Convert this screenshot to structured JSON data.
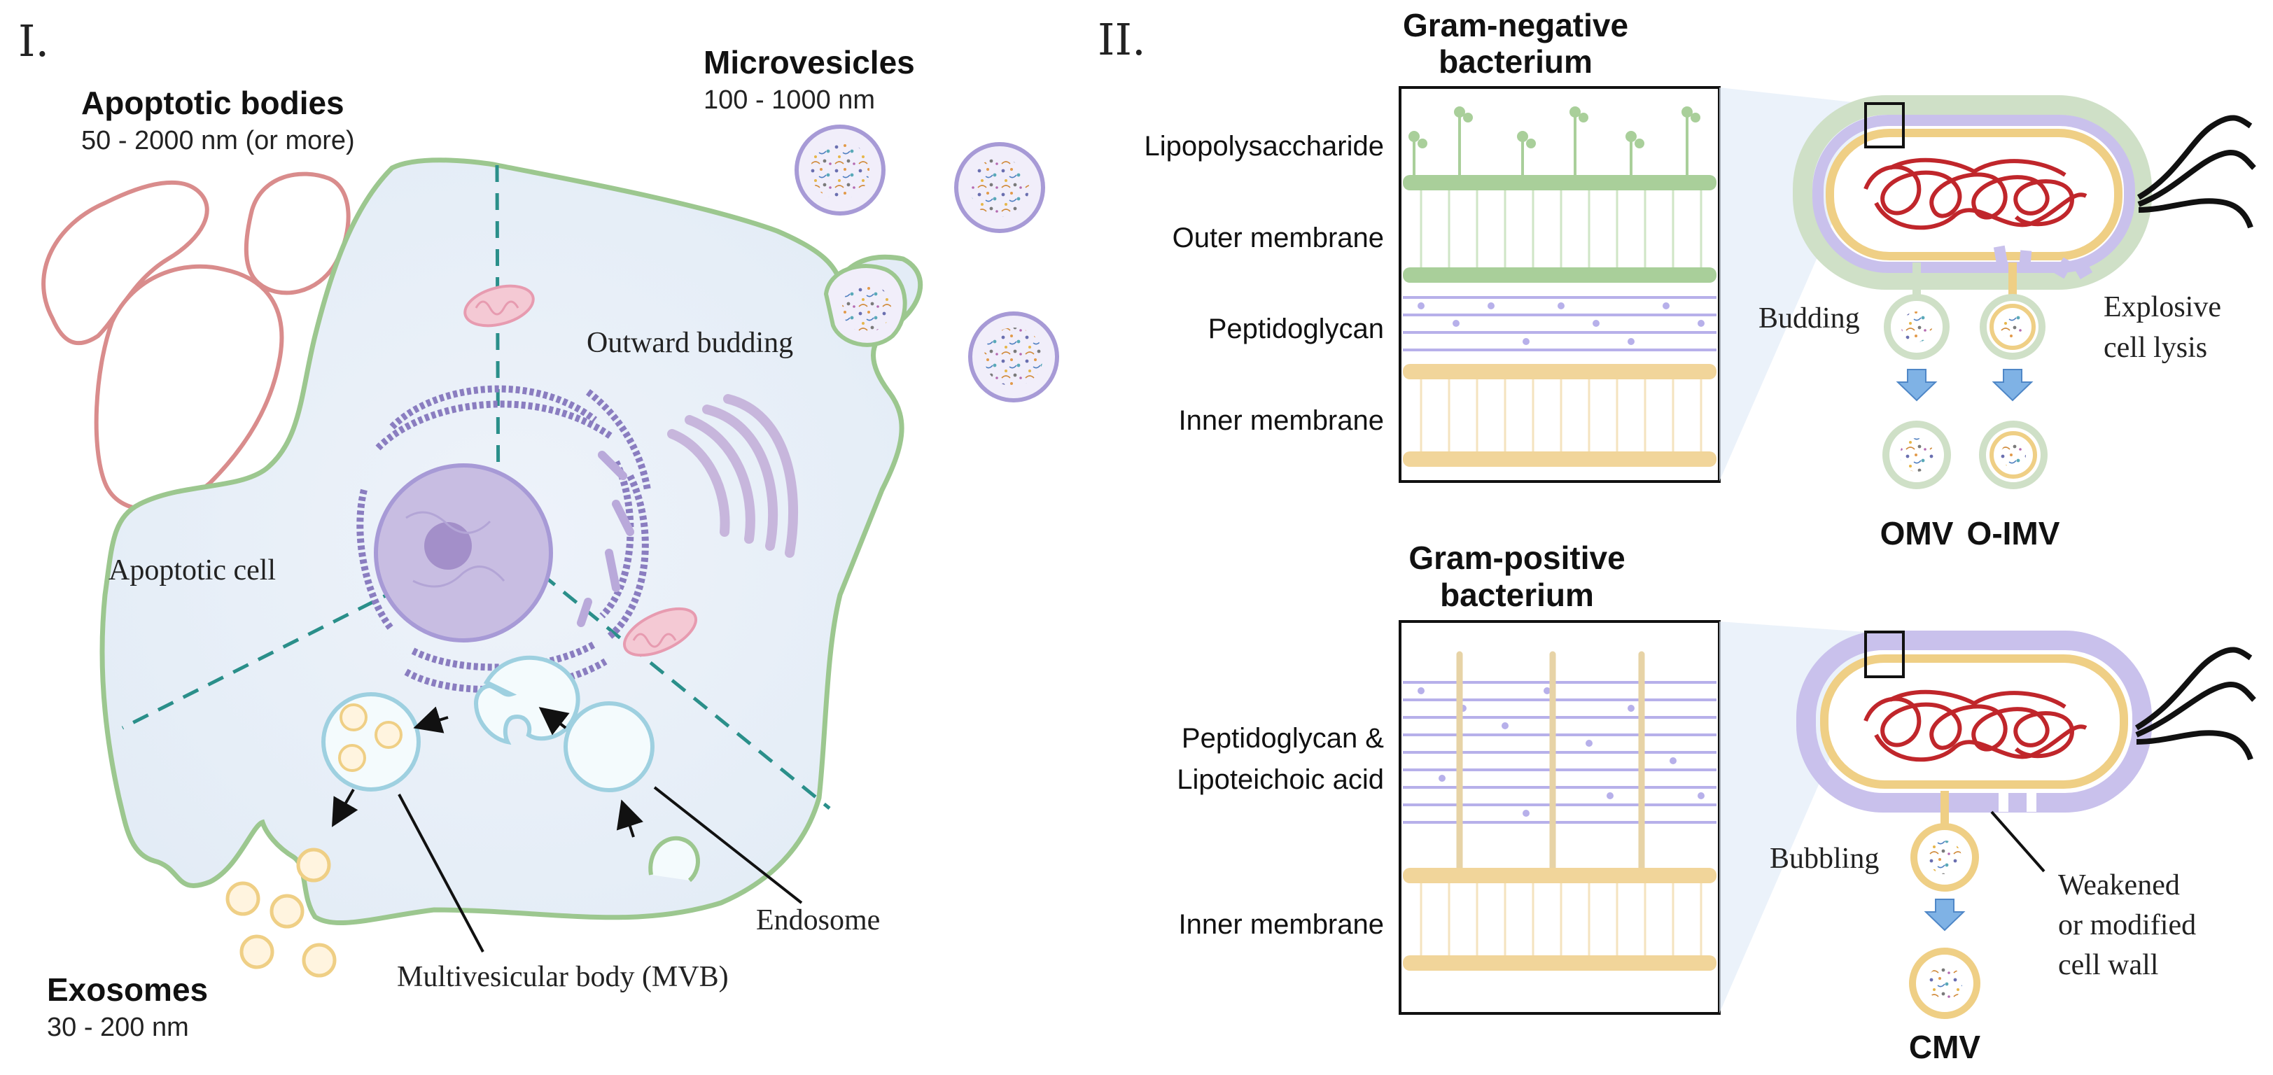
{
  "panel1": {
    "numeral": "I.",
    "apoptotic_bodies": {
      "title": "Apoptotic bodies",
      "size": "50 - 2000 nm (or more)"
    },
    "microvesicles": {
      "title": "Microvesicles",
      "size": "100 - 1000 nm"
    },
    "exosomes": {
      "title": "Exosomes",
      "size": "30 - 200 nm"
    },
    "labels": {
      "outward_budding": "Outward budding",
      "apoptotic_cell": "Apoptotic cell",
      "endosome": "Endosome",
      "mvb": "Multivesicular body (MVB)"
    }
  },
  "panel2": {
    "numeral": "II.",
    "gram_negative": {
      "title_line1": "Gram-negative",
      "title_line2": "bacterium",
      "layers": [
        "Lipopolysaccharide",
        "Outer membrane",
        "Peptidoglycan",
        "Inner membrane"
      ],
      "budding": "Budding",
      "lysis_line1": "Explosive",
      "lysis_line2": "cell lysis",
      "omv": "OMV",
      "oimv": "O-IMV"
    },
    "gram_positive": {
      "title_line1": "Gram-positive",
      "title_line2": "bacterium",
      "layer1_line1": "Peptidoglycan &",
      "layer1_line2": "Lipoteichoic acid",
      "layer2": "Inner membrane",
      "bubbling": "Bubbling",
      "wall_line1": "Weakened",
      "wall_line2": "or modified",
      "wall_line3": "cell wall",
      "cmv": "CMV"
    }
  },
  "colors": {
    "green": "#9cc78f",
    "purple": "#a79ad6",
    "yellow": "#efcf85",
    "red_body": "#d98c8c",
    "teal_dash": "#2a8f8a",
    "light_blue": "#9ed0e0",
    "dna_red": "#c0262b",
    "arrow_blue": "#7fb2e5"
  }
}
